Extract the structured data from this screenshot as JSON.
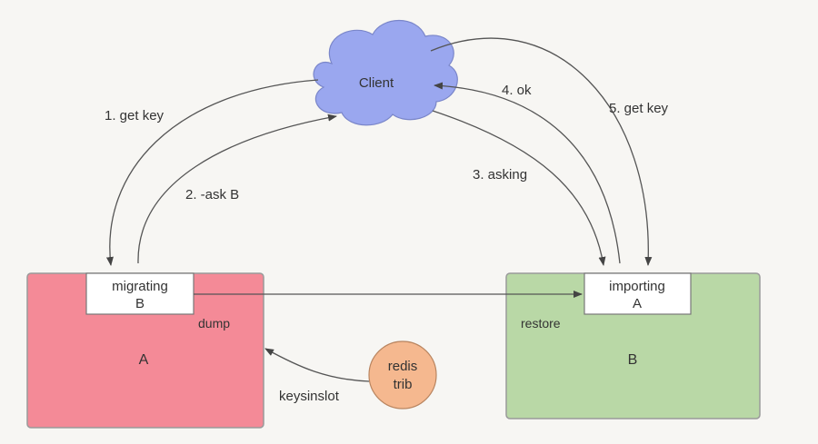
{
  "client": {
    "label": "Client"
  },
  "node_a": {
    "label": "A",
    "state_label": "migrating",
    "state_value": "B",
    "action_label": "dump",
    "color": "#f48a97"
  },
  "node_b": {
    "label": "B",
    "state_label": "importing",
    "state_value": "A",
    "action_label": "restore",
    "color": "#b9d8a6"
  },
  "redis_trib": {
    "line1": "redis",
    "line2": "trib",
    "color": "#f5b88f"
  },
  "arrows": {
    "get_key_1": "1. get key",
    "ask_2": "2. -ask B",
    "asking_3": "3. asking",
    "ok_4": "4. ok",
    "get_key_5": "5. get key",
    "keysinslot": "keysinslot"
  }
}
